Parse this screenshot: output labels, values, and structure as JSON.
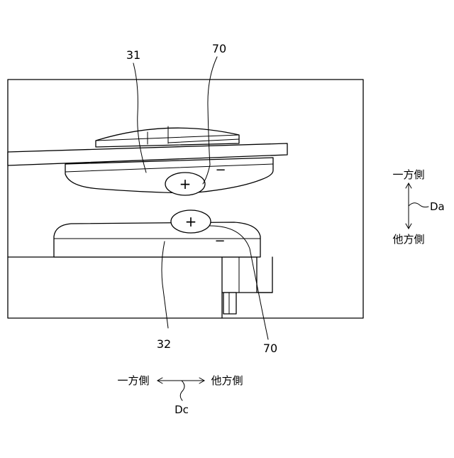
{
  "figure": {
    "part_labels": {
      "top_part": "31",
      "bottom_part": "32",
      "charge_upper": "70",
      "charge_lower": "70"
    },
    "charge_signs": {
      "plus_upper": "+",
      "minus_upper": "−",
      "plus_lower": "+",
      "minus_lower": "−"
    },
    "axis_vertical": {
      "top_label": "一方側",
      "bottom_label": "他方側",
      "name": "Da"
    },
    "axis_horizontal": {
      "left_label": "一方側",
      "right_label": "他方側",
      "name": "Dc"
    }
  }
}
